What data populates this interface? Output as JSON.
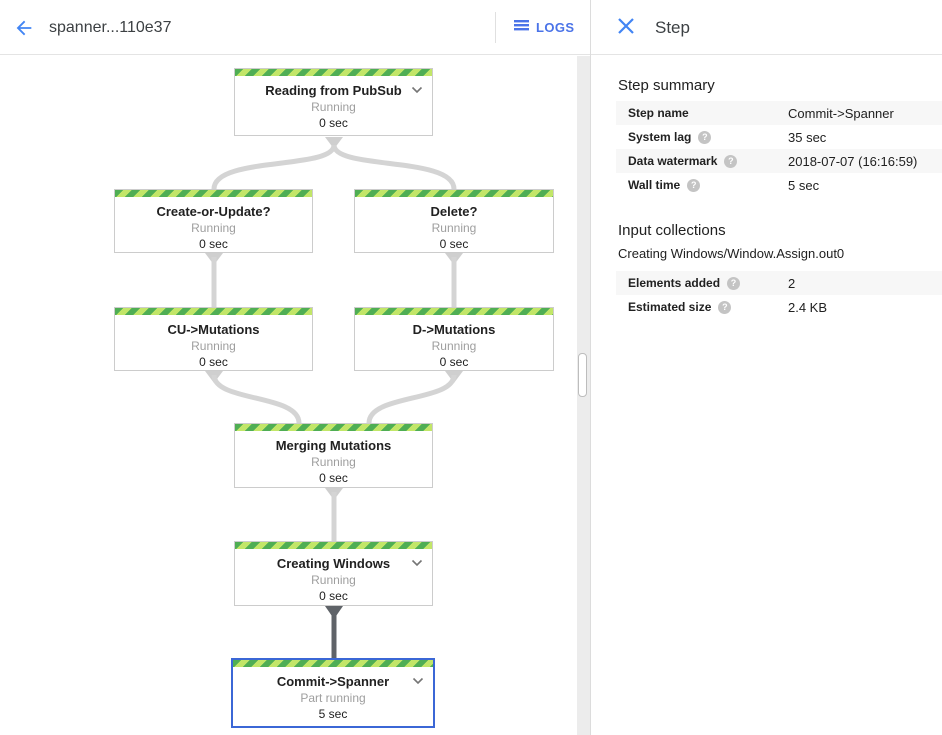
{
  "header": {
    "title": "spanner...110e37",
    "logs_label": "LOGS",
    "panel_title": "Step"
  },
  "graph": {
    "nodes": [
      {
        "title": "Reading from PubSub",
        "status": "Running",
        "time": "0 sec"
      },
      {
        "title": "Create-or-Update?",
        "status": "Running",
        "time": "0 sec"
      },
      {
        "title": "Delete?",
        "status": "Running",
        "time": "0 sec"
      },
      {
        "title": "CU->Mutations",
        "status": "Running",
        "time": "0 sec"
      },
      {
        "title": "D->Mutations",
        "status": "Running",
        "time": "0 sec"
      },
      {
        "title": "Merging Mutations",
        "status": "Running",
        "time": "0 sec"
      },
      {
        "title": "Creating Windows",
        "status": "Running",
        "time": "0 sec"
      },
      {
        "title": "Commit->Spanner",
        "status": "Part running",
        "time": "5 sec"
      }
    ]
  },
  "panel": {
    "summary_heading": "Step summary",
    "summary_rows": [
      {
        "label": "Step name",
        "value": "Commit->Spanner"
      },
      {
        "label": "System lag",
        "value": "35 sec"
      },
      {
        "label": "Data watermark",
        "value": "2018-07-07 (16:16:59)"
      },
      {
        "label": "Wall time",
        "value": "5 sec"
      }
    ],
    "input_heading": "Input collections",
    "collection_name": "Creating Windows/Window.Assign.out0",
    "input_rows": [
      {
        "label": "Elements added",
        "value": "2"
      },
      {
        "label": "Estimated size",
        "value": "2.4 KB"
      }
    ],
    "help_glyph": "?"
  },
  "colors": {
    "accent_blue": "#4a73e8",
    "selected_border": "#3b67d6",
    "stripe_dark_green": "#4fae54",
    "stripe_light_green": "#c2e668",
    "edge_gray": "#d4d4d4",
    "edge_dark": "#5f6368",
    "status_gray": "#9e9e9e"
  }
}
